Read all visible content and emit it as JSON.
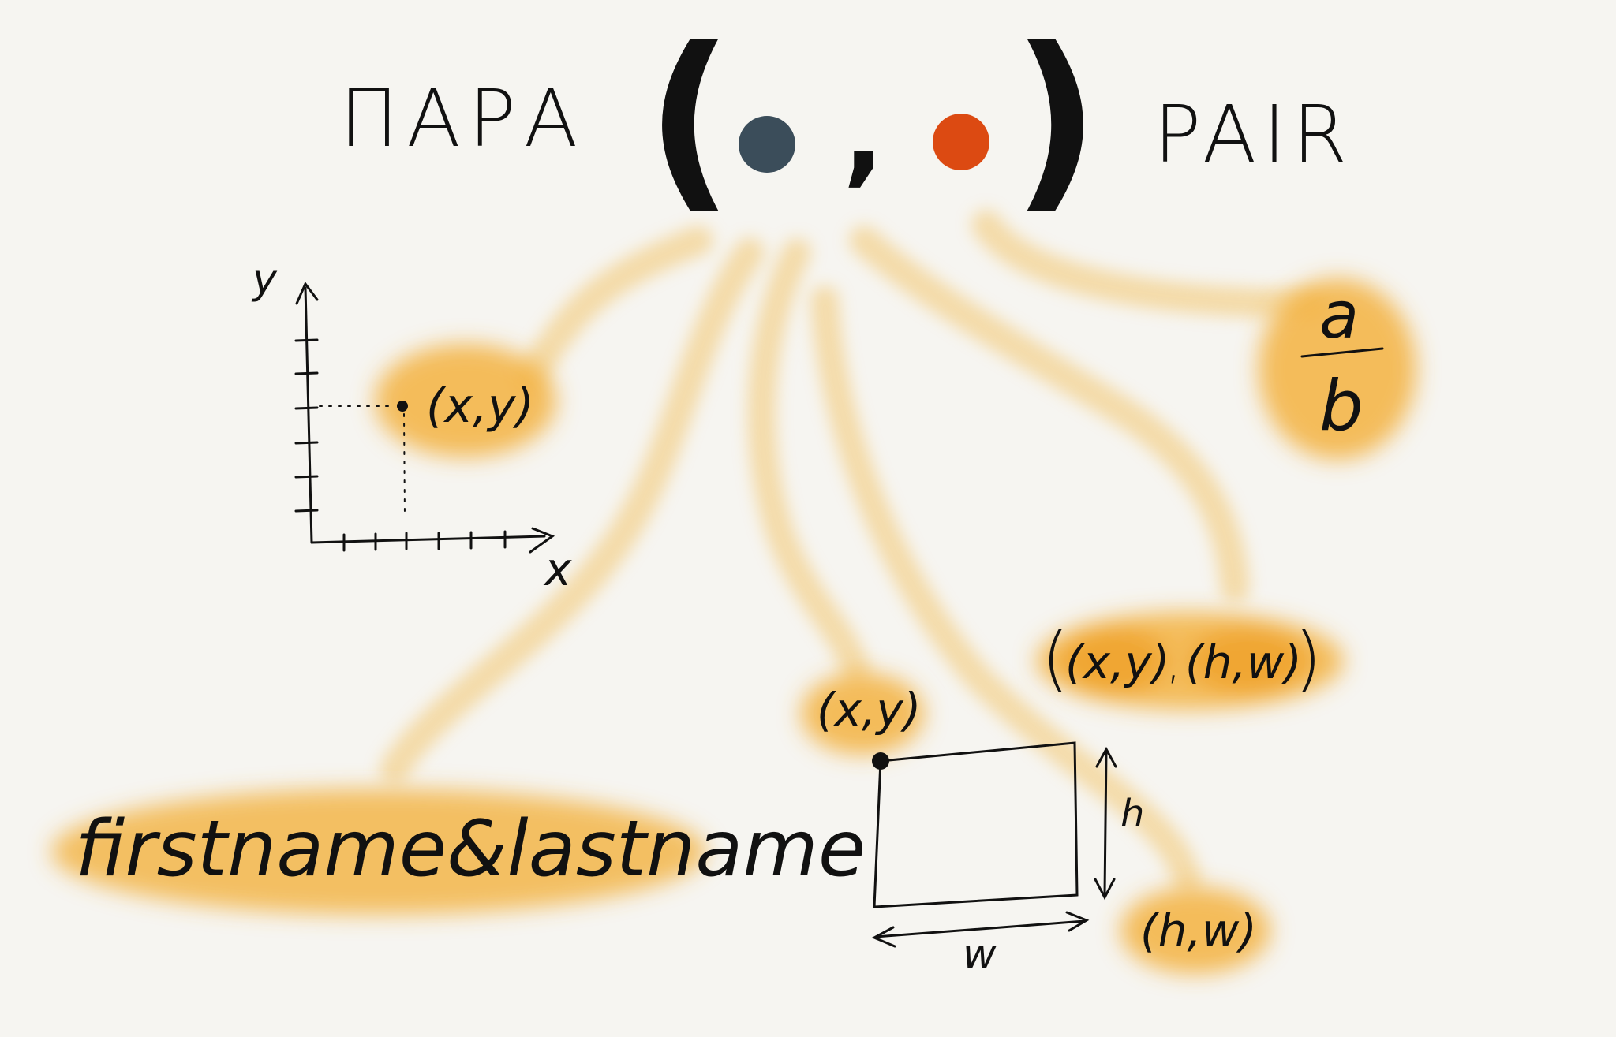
{
  "header": {
    "left_word": "ПАРА",
    "right_word": "PAIR",
    "pair_left_paren": "(",
    "pair_comma": ",",
    "pair_right_paren": ")",
    "colors": {
      "first_dot": "#3b4d5a",
      "second_dot": "#dc4a12",
      "highlight": "#f3b23e",
      "ink": "#111111",
      "background": "#f6f5f1"
    }
  },
  "examples": {
    "point_label": "(x,y)",
    "axis_x": "x",
    "axis_y": "y",
    "fraction_top": "a",
    "fraction_bottom": "b",
    "rect_pair": {
      "open": "(",
      "first": "(x,y)",
      "sep": ",",
      "second": "(h,w)",
      "close": ")"
    },
    "rect_origin_label": "(x,y)",
    "rect_size_label": "(h,w)",
    "rect_height_label": "h",
    "rect_width_label": "w",
    "name_pair": "firstname&lastname"
  }
}
